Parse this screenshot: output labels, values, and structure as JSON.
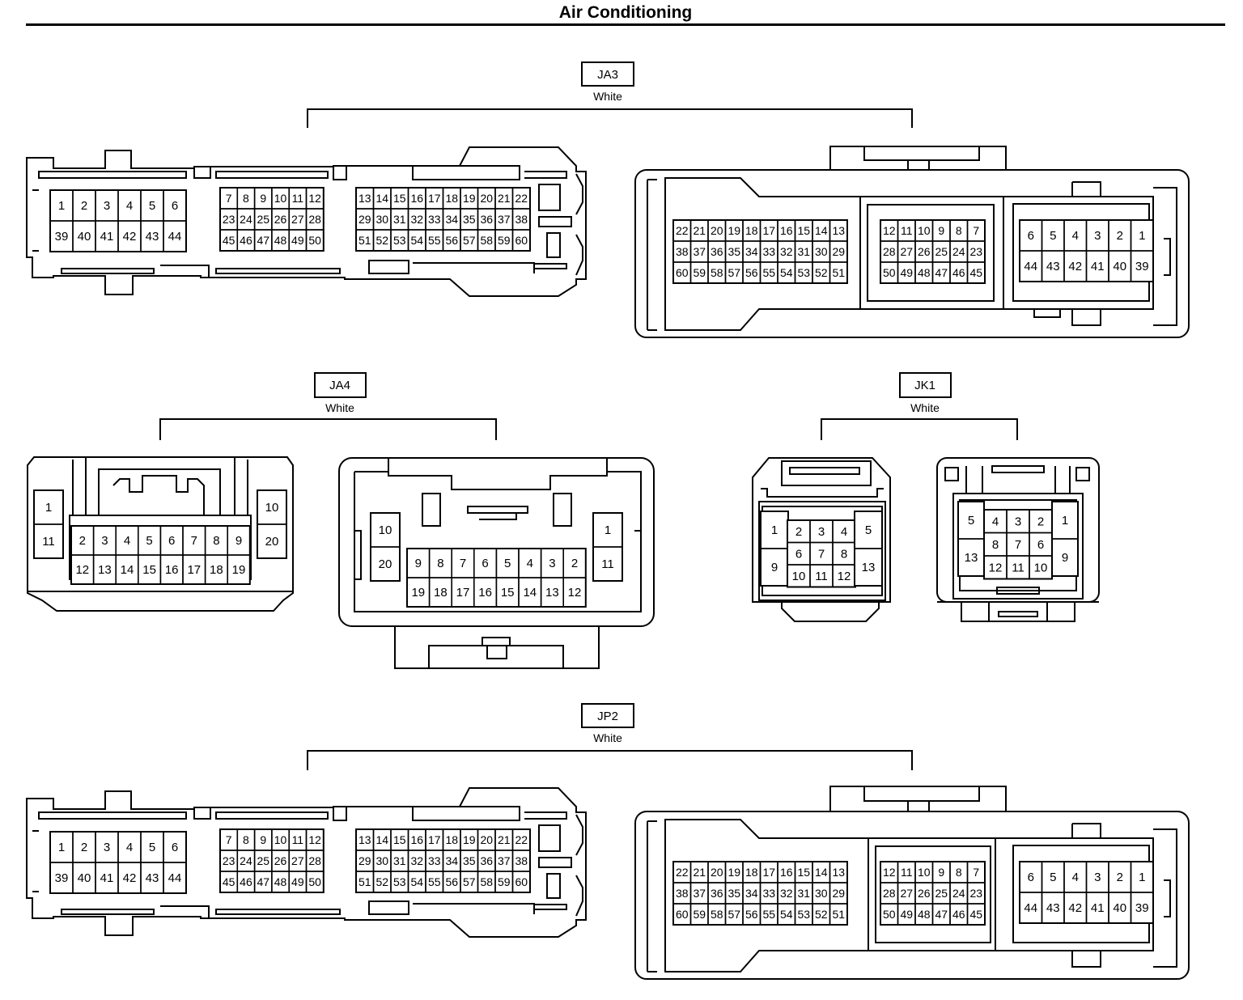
{
  "page": {
    "title": "Air Conditioning"
  },
  "connectors": [
    {
      "id": "JA3",
      "color": "White",
      "views": [
        {
          "name": "ja3-terminal-side",
          "blocks": [
            [
              [
                "1",
                "2",
                "3",
                "4",
                "5",
                "6"
              ],
              [
                "39",
                "40",
                "41",
                "42",
                "43",
                "44"
              ]
            ],
            [
              [
                "7",
                "8",
                "9",
                "10",
                "11",
                "12"
              ],
              [
                "23",
                "24",
                "25",
                "26",
                "27",
                "28"
              ],
              [
                "45",
                "46",
                "47",
                "48",
                "49",
                "50"
              ]
            ],
            [
              [
                "13",
                "14",
                "15",
                "16",
                "17",
                "18",
                "19",
                "20",
                "21",
                "22"
              ],
              [
                "29",
                "30",
                "31",
                "32",
                "33",
                "34",
                "35",
                "36",
                "37",
                "38"
              ],
              [
                "51",
                "52",
                "53",
                "54",
                "55",
                "56",
                "57",
                "58",
                "59",
                "60"
              ]
            ]
          ]
        },
        {
          "name": "ja3-harness-side",
          "blocks": [
            [
              [
                "22",
                "21",
                "20",
                "19",
                "18",
                "17",
                "16",
                "15",
                "14",
                "13"
              ],
              [
                "38",
                "37",
                "36",
                "35",
                "34",
                "33",
                "32",
                "31",
                "30",
                "29"
              ],
              [
                "60",
                "59",
                "58",
                "57",
                "56",
                "55",
                "54",
                "53",
                "52",
                "51"
              ]
            ],
            [
              [
                "12",
                "11",
                "10",
                "9",
                "8",
                "7"
              ],
              [
                "28",
                "27",
                "26",
                "25",
                "24",
                "23"
              ],
              [
                "50",
                "49",
                "48",
                "47",
                "46",
                "45"
              ]
            ],
            [
              [
                "6",
                "5",
                "4",
                "3",
                "2",
                "1"
              ],
              [
                "44",
                "43",
                "42",
                "41",
                "40",
                "39"
              ]
            ]
          ]
        }
      ]
    },
    {
      "id": "JA4",
      "color": "White",
      "views": [
        {
          "name": "ja4-terminal-side",
          "left": [
            "1",
            "11"
          ],
          "main": [
            [
              "2",
              "3",
              "4",
              "5",
              "6",
              "7",
              "8",
              "9"
            ],
            [
              "12",
              "13",
              "14",
              "15",
              "16",
              "17",
              "18",
              "19"
            ]
          ],
          "right": [
            "10",
            "20"
          ]
        },
        {
          "name": "ja4-harness-side",
          "left": [
            "10",
            "20"
          ],
          "main": [
            [
              "9",
              "8",
              "7",
              "6",
              "5",
              "4",
              "3",
              "2"
            ],
            [
              "19",
              "18",
              "17",
              "16",
              "15",
              "14",
              "13",
              "12"
            ]
          ],
          "right": [
            "1",
            "11"
          ]
        }
      ]
    },
    {
      "id": "JK1",
      "color": "White",
      "views": [
        {
          "name": "jk1-terminal-side",
          "left": [
            "1",
            "9"
          ],
          "main": [
            [
              "2",
              "3",
              "4"
            ],
            [
              "6",
              "7",
              "8"
            ],
            [
              "10",
              "11",
              "12"
            ]
          ],
          "right": [
            "5",
            "13"
          ]
        },
        {
          "name": "jk1-harness-side",
          "left": [
            "5",
            "13"
          ],
          "main": [
            [
              "4",
              "3",
              "2"
            ],
            [
              "8",
              "7",
              "6"
            ],
            [
              "12",
              "11",
              "10"
            ]
          ],
          "right": [
            "1",
            "9"
          ]
        }
      ]
    },
    {
      "id": "JP2",
      "color": "White",
      "views": [
        {
          "name": "jp2-terminal-side",
          "blocks": [
            [
              [
                "1",
                "2",
                "3",
                "4",
                "5",
                "6"
              ],
              [
                "39",
                "40",
                "41",
                "42",
                "43",
                "44"
              ]
            ],
            [
              [
                "7",
                "8",
                "9",
                "10",
                "11",
                "12"
              ],
              [
                "23",
                "24",
                "25",
                "26",
                "27",
                "28"
              ],
              [
                "45",
                "46",
                "47",
                "48",
                "49",
                "50"
              ]
            ],
            [
              [
                "13",
                "14",
                "15",
                "16",
                "17",
                "18",
                "19",
                "20",
                "21",
                "22"
              ],
              [
                "29",
                "30",
                "31",
                "32",
                "33",
                "34",
                "35",
                "36",
                "37",
                "38"
              ],
              [
                "51",
                "52",
                "53",
                "54",
                "55",
                "56",
                "57",
                "58",
                "59",
                "60"
              ]
            ]
          ]
        },
        {
          "name": "jp2-harness-side",
          "blocks": [
            [
              [
                "22",
                "21",
                "20",
                "19",
                "18",
                "17",
                "16",
                "15",
                "14",
                "13"
              ],
              [
                "38",
                "37",
                "36",
                "35",
                "34",
                "33",
                "32",
                "31",
                "30",
                "29"
              ],
              [
                "60",
                "59",
                "58",
                "57",
                "56",
                "55",
                "54",
                "53",
                "52",
                "51"
              ]
            ],
            [
              [
                "12",
                "11",
                "10",
                "9",
                "8",
                "7"
              ],
              [
                "28",
                "27",
                "26",
                "25",
                "24",
                "23"
              ],
              [
                "50",
                "49",
                "48",
                "47",
                "46",
                "45"
              ]
            ],
            [
              [
                "6",
                "5",
                "4",
                "3",
                "2",
                "1"
              ],
              [
                "44",
                "43",
                "42",
                "41",
                "40",
                "39"
              ]
            ]
          ]
        }
      ]
    }
  ]
}
